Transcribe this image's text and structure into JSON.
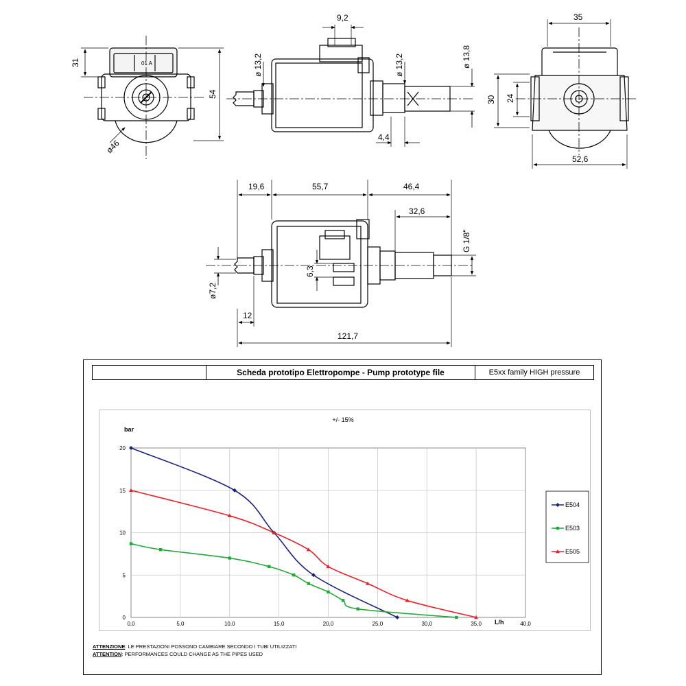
{
  "drawing": {
    "dims_top": {
      "d_9_2": "9,2",
      "d_35": "35",
      "d_31": "31",
      "d_54": "54",
      "d_phi46": "ø46",
      "d_phi13_2_a": "ø 13,2",
      "d_phi13_2_b": "ø 13,2",
      "d_phi13_8": "ø 13,8",
      "d_4_4": "4,4",
      "d_30": "30",
      "d_24": "24",
      "d_52_6": "52,6"
    },
    "dims_side": {
      "d_19_6": "19,6",
      "d_55_7": "55,7",
      "d_46_4": "46,4",
      "d_32_6": "32,6",
      "d_g18": "G 1/8\"",
      "d_6_3": "6,3",
      "d_phi7_2": "ø7,2",
      "d_12": "12",
      "d_121_7": "121,7"
    },
    "label_rating": "01 A"
  },
  "sheet": {
    "header_title": "Scheda prototipo Elettropompe - Pump prototype file",
    "header_family": "E5xx family HIGH pressure",
    "note_it_label": "ATTENZIONE",
    "note_it_text": ": LE PRESTAZIONI POSSONO CAMBIARE SECONDO I TUBI UTILIZZATI",
    "note_en_label": "ATTENTION",
    "note_en_text": ": PERFORMANCES COULD CHANGE AS THE PIPES USED"
  },
  "chart_data": {
    "type": "line",
    "title": "+/- 15%",
    "xlabel": "L/h",
    "ylabel": "bar",
    "xlim": [
      0,
      40
    ],
    "ylim": [
      0,
      20
    ],
    "x_ticks": [
      "0,0",
      "5,0",
      "10,0",
      "15,0",
      "20,0",
      "25,0",
      "30,0",
      "35,0",
      "40,0"
    ],
    "y_ticks": [
      "0",
      "5",
      "10",
      "15",
      "20"
    ],
    "grid": true,
    "legend_position": "right",
    "series": [
      {
        "name": "E504",
        "color": "#1a237e",
        "marker": "diamond",
        "x": [
          0,
          10.5,
          14.5,
          18.5,
          27
        ],
        "y": [
          20,
          15,
          10,
          5,
          0
        ]
      },
      {
        "name": "E503",
        "color": "#22a836",
        "marker": "square",
        "x": [
          0,
          3,
          10,
          14,
          16.5,
          18,
          20,
          21.5,
          23,
          33
        ],
        "y": [
          8.7,
          8,
          7,
          6,
          5,
          4,
          3,
          2,
          1,
          0
        ]
      },
      {
        "name": "E505",
        "color": "#e8202a",
        "marker": "triangle",
        "x": [
          0,
          10,
          14.5,
          18,
          20,
          24,
          28,
          35
        ],
        "y": [
          15,
          12,
          10,
          8,
          6,
          4,
          2,
          0
        ]
      }
    ]
  }
}
